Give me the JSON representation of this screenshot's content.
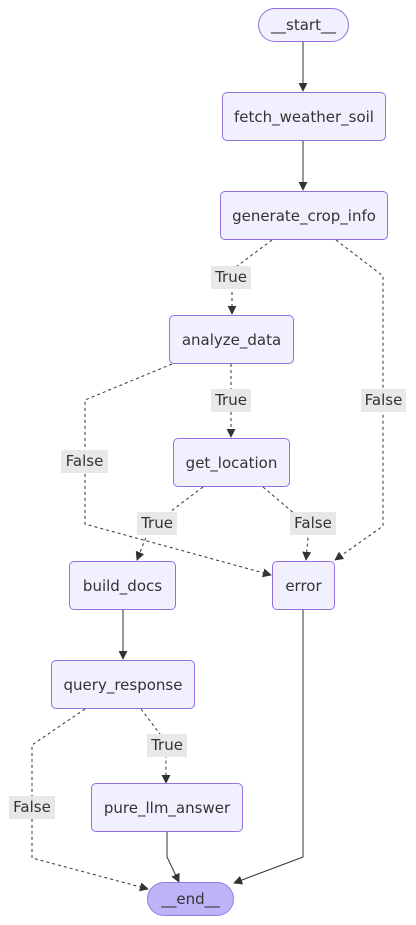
{
  "nodes": {
    "start": "__start__",
    "fetch_weather_soil": "fetch_weather_soil",
    "generate_crop_info": "generate_crop_info",
    "analyze_data": "analyze_data",
    "get_location": "get_location",
    "build_docs": "build_docs",
    "error": "error",
    "query_response": "query_response",
    "pure_llm_answer": "pure_llm_answer",
    "end": "__end__"
  },
  "edges": [
    {
      "from": "__start__",
      "to": "fetch_weather_soil",
      "label": "",
      "style": "solid"
    },
    {
      "from": "fetch_weather_soil",
      "to": "generate_crop_info",
      "label": "",
      "style": "solid"
    },
    {
      "from": "generate_crop_info",
      "to": "analyze_data",
      "label": "True",
      "style": "dashed"
    },
    {
      "from": "generate_crop_info",
      "to": "error",
      "label": "False",
      "style": "dashed"
    },
    {
      "from": "analyze_data",
      "to": "get_location",
      "label": "True",
      "style": "dashed"
    },
    {
      "from": "analyze_data",
      "to": "error",
      "label": "False",
      "style": "dashed"
    },
    {
      "from": "get_location",
      "to": "build_docs",
      "label": "True",
      "style": "dashed"
    },
    {
      "from": "get_location",
      "to": "error",
      "label": "False",
      "style": "dashed"
    },
    {
      "from": "build_docs",
      "to": "query_response",
      "label": "",
      "style": "solid"
    },
    {
      "from": "query_response",
      "to": "pure_llm_answer",
      "label": "True",
      "style": "dashed"
    },
    {
      "from": "query_response",
      "to": "__end__",
      "label": "False",
      "style": "dashed"
    },
    {
      "from": "pure_llm_answer",
      "to": "__end__",
      "label": "",
      "style": "solid"
    },
    {
      "from": "error",
      "to": "__end__",
      "label": "",
      "style": "solid"
    }
  ],
  "colors": {
    "node_fill": "#f2f0ff",
    "node_border": "#9370db",
    "end_fill": "#bfb3f8",
    "edge": "#333333",
    "label_bg": "#e8e8e8"
  }
}
